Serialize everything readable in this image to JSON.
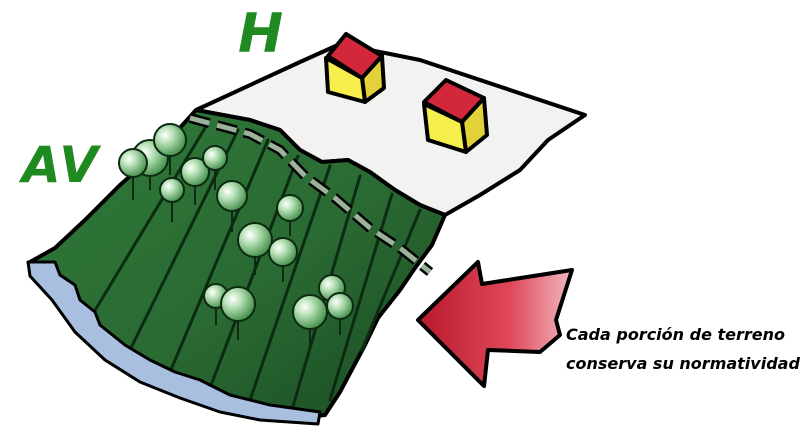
{
  "labels": {
    "housing": "H",
    "green_area": "AV"
  },
  "caption": {
    "line1": "Cada porción de terreno",
    "line2": "conserva su normatividad"
  },
  "colors": {
    "label_green": "#1f8a1f",
    "field_dark": "#1f5a2a",
    "field_light": "#3f8a4a",
    "plot_paper": "#f1f1ef",
    "roof_red": "#d2283a",
    "wall_yellow": "#f4ea3a",
    "arrow_red": "#d63a4c",
    "river_blue": "#9fb6d8"
  },
  "icons": [
    "house-icon",
    "tree-icon",
    "arrow-right-icon",
    "river-icon"
  ]
}
